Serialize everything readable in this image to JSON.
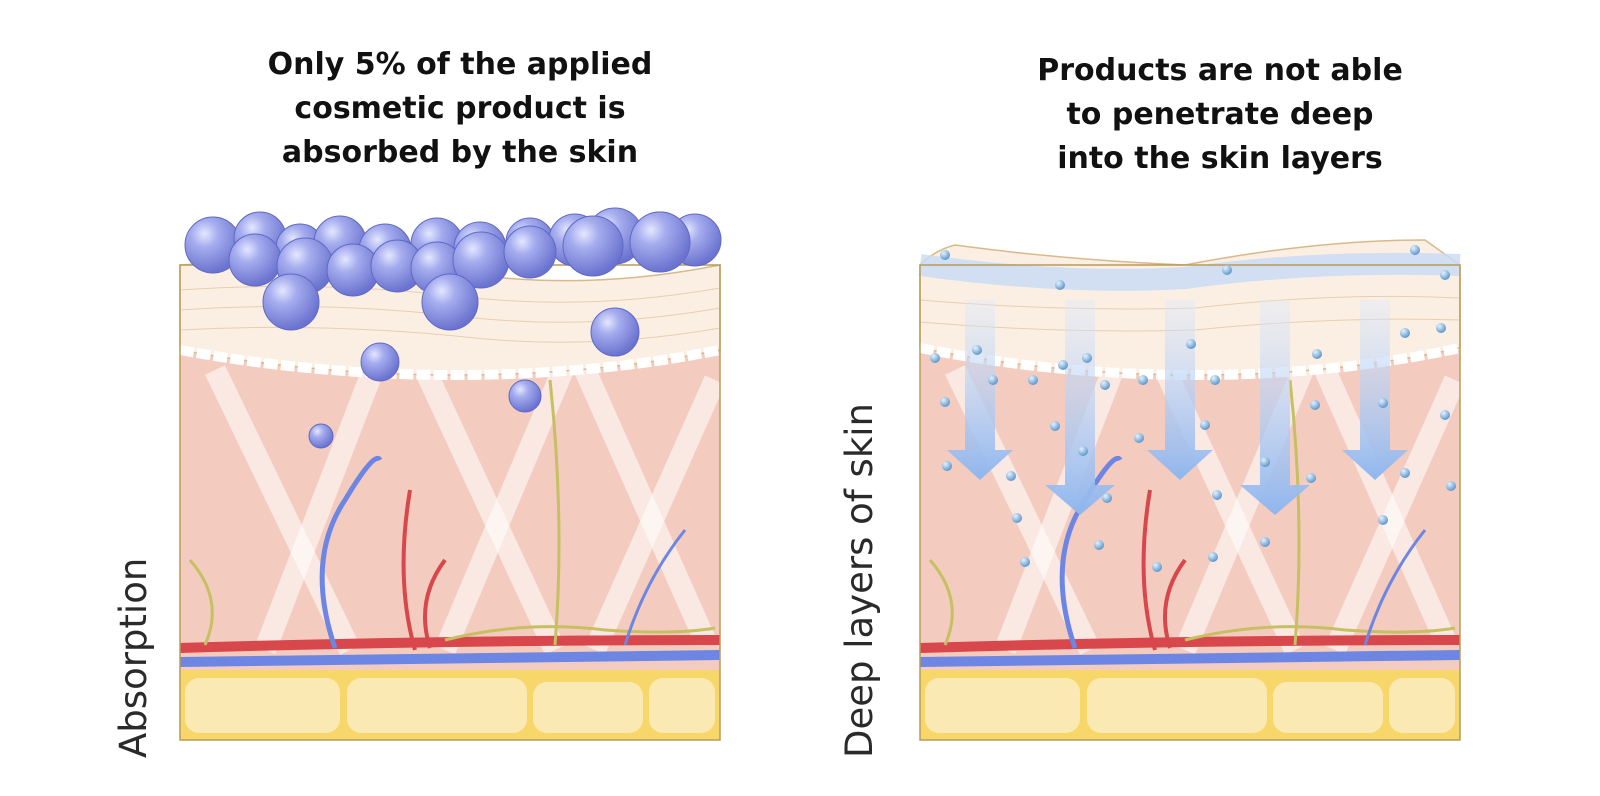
{
  "left_panel": {
    "title_lines": [
      "Only 5% of the applied",
      "cosmetic product is",
      "absorbed by the skin"
    ],
    "side_label": "Absorption"
  },
  "right_panel": {
    "title_lines": [
      "Products are not able",
      "to penetrate deep",
      "into the skin layers"
    ],
    "side_label": "Deep layers of skin"
  },
  "colors": {
    "product_sphere": "#8f97e6",
    "droplet": "#7fb3dd",
    "arrow": "#a9c8f2",
    "epidermis": "#fbefe4",
    "dermis": "#f3ccbf",
    "fat_layer": "#fbe9b4",
    "artery": "#d8474b",
    "vein": "#6d86e3",
    "nerve": "#c6c063"
  }
}
